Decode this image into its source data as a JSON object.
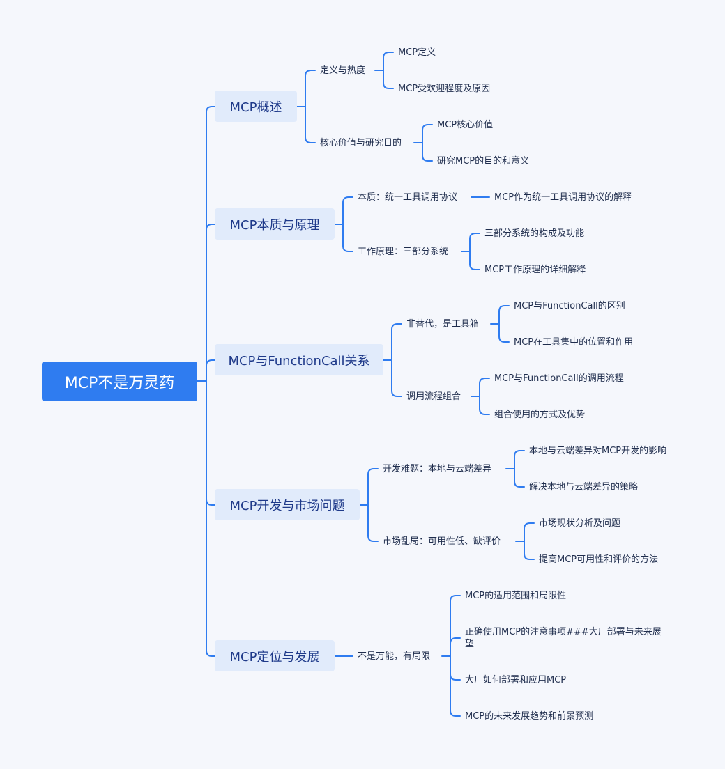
{
  "mindmap": {
    "root": "MCP不是万灵药",
    "branches": [
      {
        "label": "MCP概述",
        "children": [
          {
            "label": "定义与热度",
            "children": [
              "MCP定义",
              "MCP受欢迎程度及原因"
            ]
          },
          {
            "label": "核心价值与研究目的",
            "children": [
              "MCP核心价值",
              "研究MCP的目的和意义"
            ]
          }
        ]
      },
      {
        "label": "MCP本质与原理",
        "children": [
          {
            "label": "本质：统一工具调用协议",
            "children": [
              "MCP作为统一工具调用协议的解释"
            ]
          },
          {
            "label": "工作原理：三部分系统",
            "children": [
              "三部分系统的构成及功能",
              "MCP工作原理的详细解释"
            ]
          }
        ]
      },
      {
        "label": "MCP与FunctionCall关系",
        "children": [
          {
            "label": "非替代，是工具箱",
            "children": [
              "MCP与FunctionCall的区别",
              "MCP在工具集中的位置和作用"
            ]
          },
          {
            "label": "调用流程组合",
            "children": [
              "MCP与FunctionCall的调用流程",
              "组合使用的方式及优势"
            ]
          }
        ]
      },
      {
        "label": "MCP开发与市场问题",
        "children": [
          {
            "label": "开发难题：本地与云端差异",
            "children": [
              "本地与云端差异对MCP开发的影响",
              "解决本地与云端差异的策略"
            ]
          },
          {
            "label": "市场乱局：可用性低、缺评价",
            "children": [
              "市场现状分析及问题",
              "提高MCP可用性和评价的方法"
            ]
          }
        ]
      },
      {
        "label": "MCP定位与发展",
        "children": [
          {
            "label": "不是万能，有局限",
            "children": [
              "MCP的适用范围和局限性",
              "正确使用MCP的注意事项###大厂部署与未来展望",
              "大厂如何部署和应用MCP",
              "MCP的未来发展趋势和前景预测"
            ]
          }
        ]
      }
    ]
  },
  "colors": {
    "line": "#2f7cf0",
    "root_bg": "#2f7cf0",
    "branch_bg": "#e1ebfb",
    "background": "#f5f7fc"
  }
}
